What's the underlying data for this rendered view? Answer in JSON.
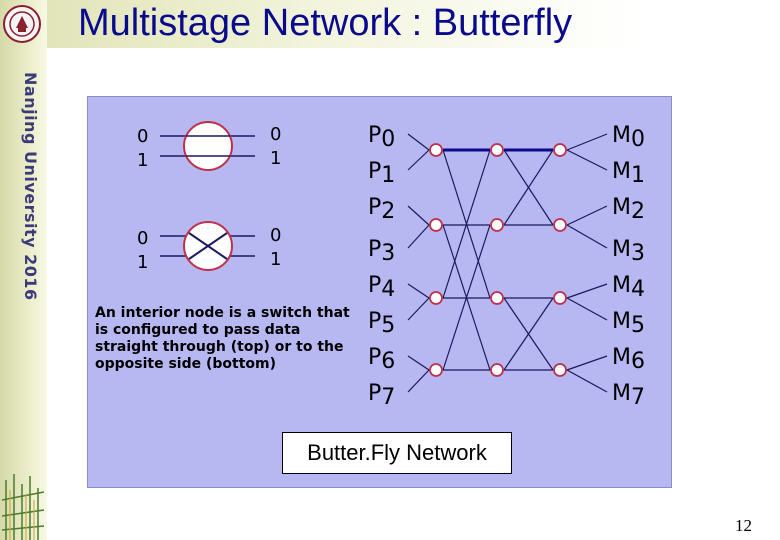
{
  "slide": {
    "title": "Multistage Network : Butterfly",
    "sidebar_text": "Nanjing University 2016",
    "page_number": "12"
  },
  "switch_examples": {
    "straight": {
      "inputs": [
        "0",
        "1"
      ],
      "outputs": [
        "0",
        "1"
      ]
    },
    "cross": {
      "inputs": [
        "0",
        "1"
      ],
      "outputs": [
        "0",
        "1"
      ]
    },
    "description": "An interior node is a switch that is configured to pass data straight through (top) or to the opposite side (bottom)"
  },
  "network": {
    "caption": "Butter.Fly Network",
    "processors": [
      {
        "letter": "P",
        "index": "0"
      },
      {
        "letter": "P",
        "index": "1"
      },
      {
        "letter": "P",
        "index": "2"
      },
      {
        "letter": "P",
        "index": "3"
      },
      {
        "letter": "P",
        "index": "4"
      },
      {
        "letter": "P",
        "index": "5"
      },
      {
        "letter": "P",
        "index": "6"
      },
      {
        "letter": "P",
        "index": "7"
      }
    ],
    "memories": [
      {
        "letter": "M",
        "index": "0"
      },
      {
        "letter": "M",
        "index": "1"
      },
      {
        "letter": "M",
        "index": "2"
      },
      {
        "letter": "M",
        "index": "3"
      },
      {
        "letter": "M",
        "index": "4"
      },
      {
        "letter": "M",
        "index": "5"
      },
      {
        "letter": "M",
        "index": "6"
      },
      {
        "letter": "M",
        "index": "7"
      }
    ],
    "highlighted_path": "P0 to M0"
  },
  "colors": {
    "title": "#0a0a8c",
    "panel": "#b7b7f2",
    "node_fill": "#ffffff",
    "node_stroke": "#c0304a",
    "link": "#1a1a5e",
    "highlight": "#0a0a8c"
  }
}
